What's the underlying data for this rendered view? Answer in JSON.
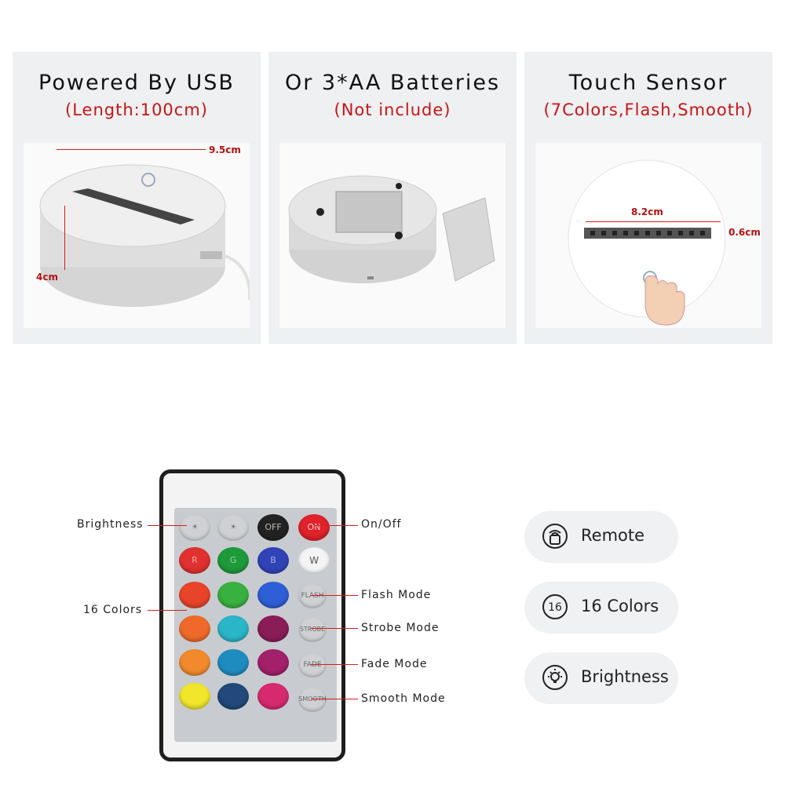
{
  "panels": [
    {
      "title": "Powered By USB",
      "subtitle": "(Length:100cm)",
      "dims": [
        "9.5cm",
        "4cm"
      ]
    },
    {
      "title": "Or 3*AA Batteries",
      "subtitle": "(Not include)"
    },
    {
      "title": "Touch Sensor",
      "subtitle": "(7Colors,Flash,Smooth)",
      "dims": [
        "8.2cm",
        "0.6cm"
      ]
    }
  ],
  "remote": {
    "top_buttons": [
      "☀",
      "☀",
      "OFF",
      "ON"
    ],
    "rgbw": [
      "R",
      "G",
      "B",
      "W"
    ],
    "modes": [
      "FLASH",
      "STROBE",
      "FADE",
      "SMOOTH"
    ]
  },
  "callouts": {
    "brightness": "Brightness",
    "colors": "16 Colors",
    "onoff": "On/Off",
    "flash": "Flash Mode",
    "strobe": "Strobe Mode",
    "fade": "Fade Mode",
    "smooth": "Smooth Mode"
  },
  "features": [
    {
      "icon": "remote-icon",
      "label": "Remote"
    },
    {
      "icon": "sixteen-badge-icon",
      "icon_text": "16",
      "label": "16 Colors"
    },
    {
      "icon": "bulb-icon",
      "label": "Brightness"
    }
  ]
}
